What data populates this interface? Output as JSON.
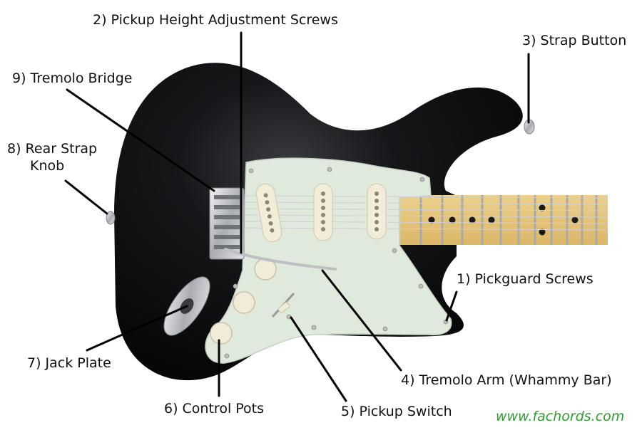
{
  "diagram": {
    "labels": {
      "pickguard_screws": "1) Pickguard Screws",
      "pickup_height_screws": "2) Pickup Height Adjustment Screws",
      "strap_button": "3) Strap Button",
      "tremolo_arm": "4) Tremolo Arm (Whammy Bar)",
      "pickup_switch": "5) Pickup Switch",
      "control_pots": "6) Control Pots",
      "jack_plate": "7) Jack Plate",
      "rear_strap_knob_line1": "8) Rear Strap",
      "rear_strap_knob_line2": "Knob",
      "tremolo_bridge": "9) Tremolo Bridge"
    },
    "credit": "www.fachords.com",
    "colors": {
      "body": "#0b0b0d",
      "pickguard": "#dfe9dc",
      "neck": "#e6c77d",
      "pickup": "#f2edd8",
      "chrome": "#c9cbcf",
      "leader": "#000000",
      "credit": "#2f9e2f"
    }
  }
}
